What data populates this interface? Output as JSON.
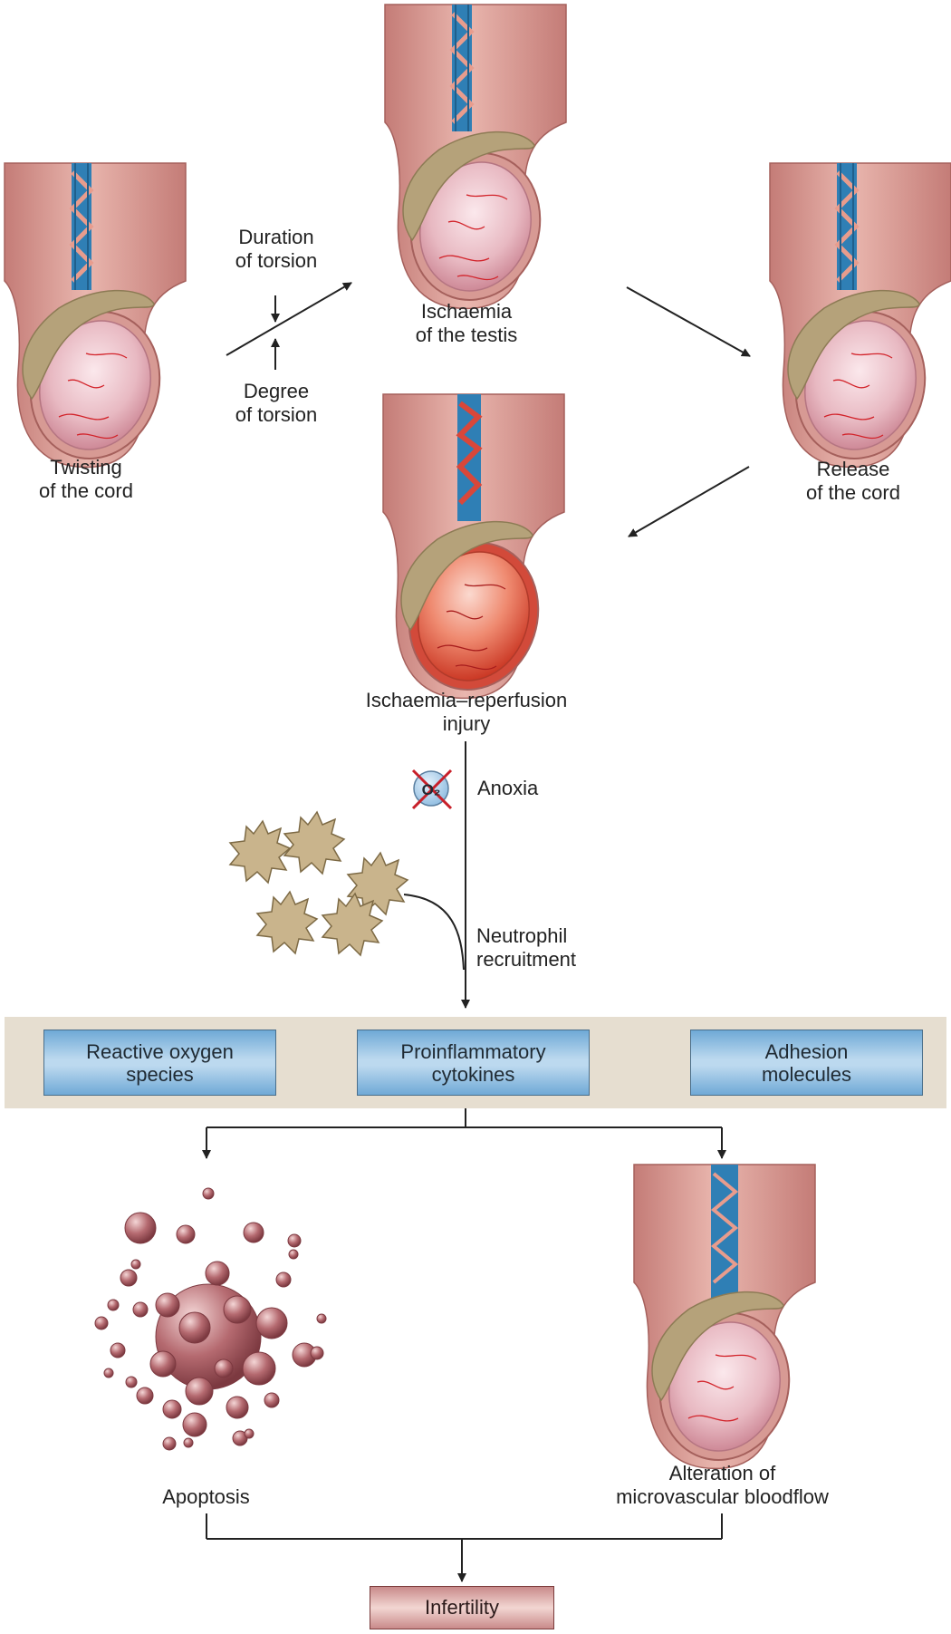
{
  "stages": {
    "twisting": [
      "Twisting",
      "of the cord"
    ],
    "ischaemia": [
      "Ischaemia",
      "of the testis"
    ],
    "release": [
      "Release",
      "of the cord"
    ],
    "reperfusion": [
      "Ischaemia–reperfusion",
      "injury"
    ],
    "apoptosis": "Apoptosis",
    "microvascular": [
      "Alteration of",
      "microvascular bloodflow"
    ]
  },
  "factors": {
    "duration": [
      "Duration",
      "of torsion"
    ],
    "degree": [
      "Degree",
      "of torsion"
    ]
  },
  "process": {
    "anoxia": "Anoxia",
    "oxygen_symbol": "O₂",
    "neutrophil": [
      "Neutrophil",
      "recruitment"
    ]
  },
  "mediators": [
    [
      "Reactive oxygen",
      "species"
    ],
    [
      "Proinflammatory",
      "cytokines"
    ],
    [
      "Adhesion",
      "molecules"
    ]
  ],
  "outcome": "Infertility",
  "colors": {
    "skin": "#d79a94",
    "testis": "#e8b9c2",
    "inflamed": "#e0553f",
    "vein": "#2f7fb5",
    "artery": "#d9473a",
    "epididymis": "#b5a27a",
    "box": "#9fc7e6",
    "band": "#e6ded0",
    "cell": "#c9b48c",
    "apoptotic_body": "#b56a70"
  }
}
